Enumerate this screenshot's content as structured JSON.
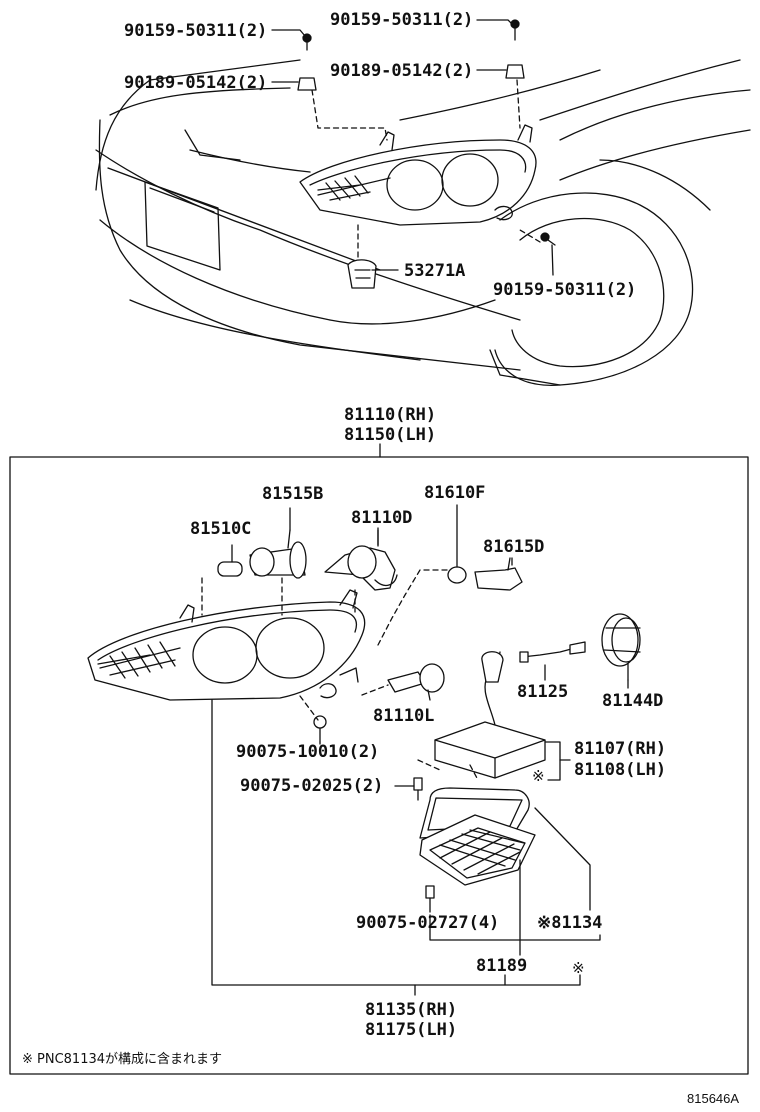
{
  "labels": {
    "bolt_top_left": "90159-50311(2)",
    "bolt_top_right": "90159-50311(2)",
    "clip_top_left": "90189-05142(2)",
    "clip_top_right": "90189-05142(2)",
    "retainer": "53271A",
    "bolt_side": "90159-50311(2)",
    "assy_rh": "81110(RH)",
    "assy_lh": "81150(LH)",
    "bulb_81515b": "81515B",
    "bulb_81610f": "81610F",
    "bulb_81510c": "81510C",
    "bulb_81110d": "81110D",
    "socket_81615d": "81615D",
    "wire_81125": "81125",
    "cap_81144d": "81144D",
    "bulb_81110l": "81110L",
    "screw_90075_10010": "90075-10010(2)",
    "ballast_rh": "81107(RH)",
    "ballast_lh": "81108(LH)",
    "ballast_mark": "※",
    "screw_90075_02025": "90075-02025(2)",
    "screw_90075_02727": "90075-02727(4)",
    "cover_81134": "※81134",
    "sub_81189": "81189",
    "sub_mark": "※",
    "unit_rh": "81135(RH)",
    "unit_lh": "81175(LH)"
  },
  "footnote": "※ PNC81134が構成に含まれます",
  "figure_code": "815646A"
}
